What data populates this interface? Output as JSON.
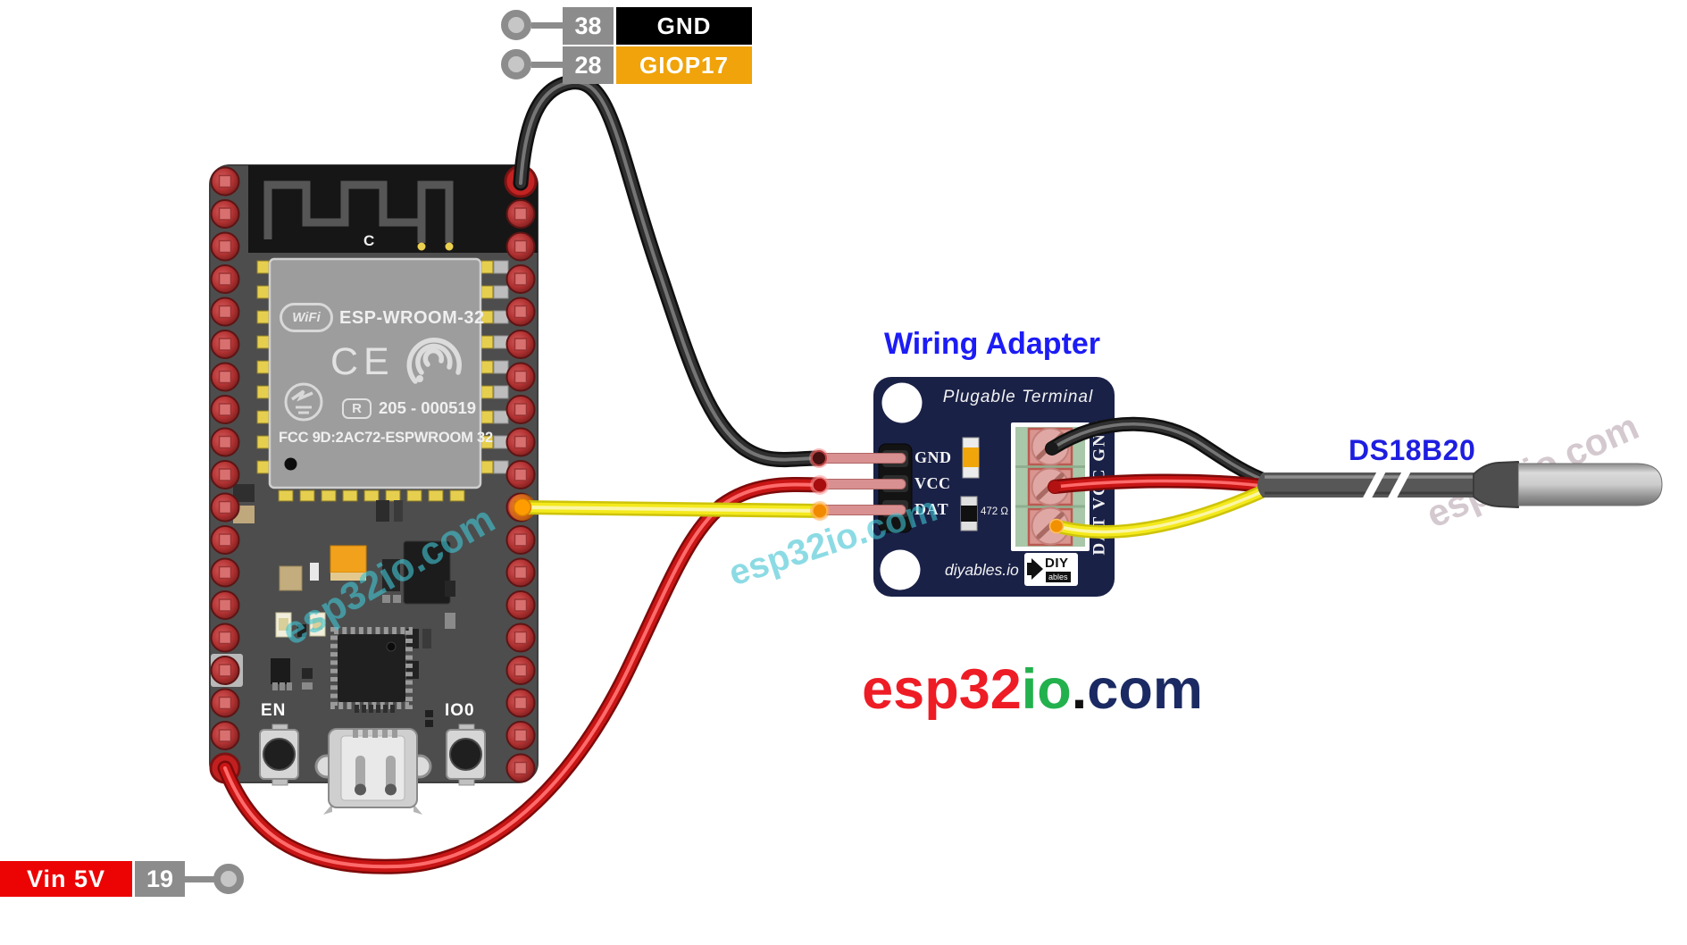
{
  "diagram": {
    "pin_labels_top": [
      {
        "pin": "38",
        "signal": "GND",
        "signal_bg": "#000000"
      },
      {
        "pin": "28",
        "signal": "GIOP17",
        "signal_bg": "#F0A30A"
      }
    ],
    "pin_label_bottom": {
      "signal": "Vin 5V",
      "pin": "19",
      "signal_bg": "#EC0404"
    },
    "esp32": {
      "antenna_mark": "C",
      "wifi_logo": "WiFi",
      "module_name": "ESP-WROOM-32",
      "ce_mark": "CE",
      "r_mark": "R",
      "cert_number": "205 - 000519",
      "fcc_line": "FCC 9D:2AC72-ESPWROOM 32",
      "en_button": "EN",
      "io0_button": "IO0"
    },
    "adapter": {
      "title": "Wiring Adapter",
      "board_label": "Plugable Terminal",
      "pin_labels": [
        "GND",
        "VCC",
        "DAT"
      ],
      "resistor_value": "472 Ω",
      "terminal_vertical_label": "DAT  VCC  GND",
      "brand": "diyables.io",
      "logo_diy": "DIY",
      "logo_ables": "ables"
    },
    "sensor_label": "DS18B20",
    "site_logo": {
      "part1": "esp32",
      "part2": "io",
      "part3": ".",
      "part4": "com"
    },
    "watermark": "esp32io.com",
    "colors": {
      "title_blue": "#1C1CF5",
      "sensor_blue": "#1E1EE0",
      "gnd_black": "#000000",
      "gpio_orange": "#F0A30A",
      "vin_red": "#EC0404",
      "label_gray": "#8C8C8C",
      "wire_black": "#2F2F2F",
      "wire_red": "#C91515",
      "wire_yellow": "#F4E91C",
      "adapter_navy": "#1A2147",
      "watermark_teal": "#40C3D2",
      "logo_red": "#EE1C25",
      "logo_green": "#23B14D",
      "logo_navy": "#1B2A63"
    }
  }
}
